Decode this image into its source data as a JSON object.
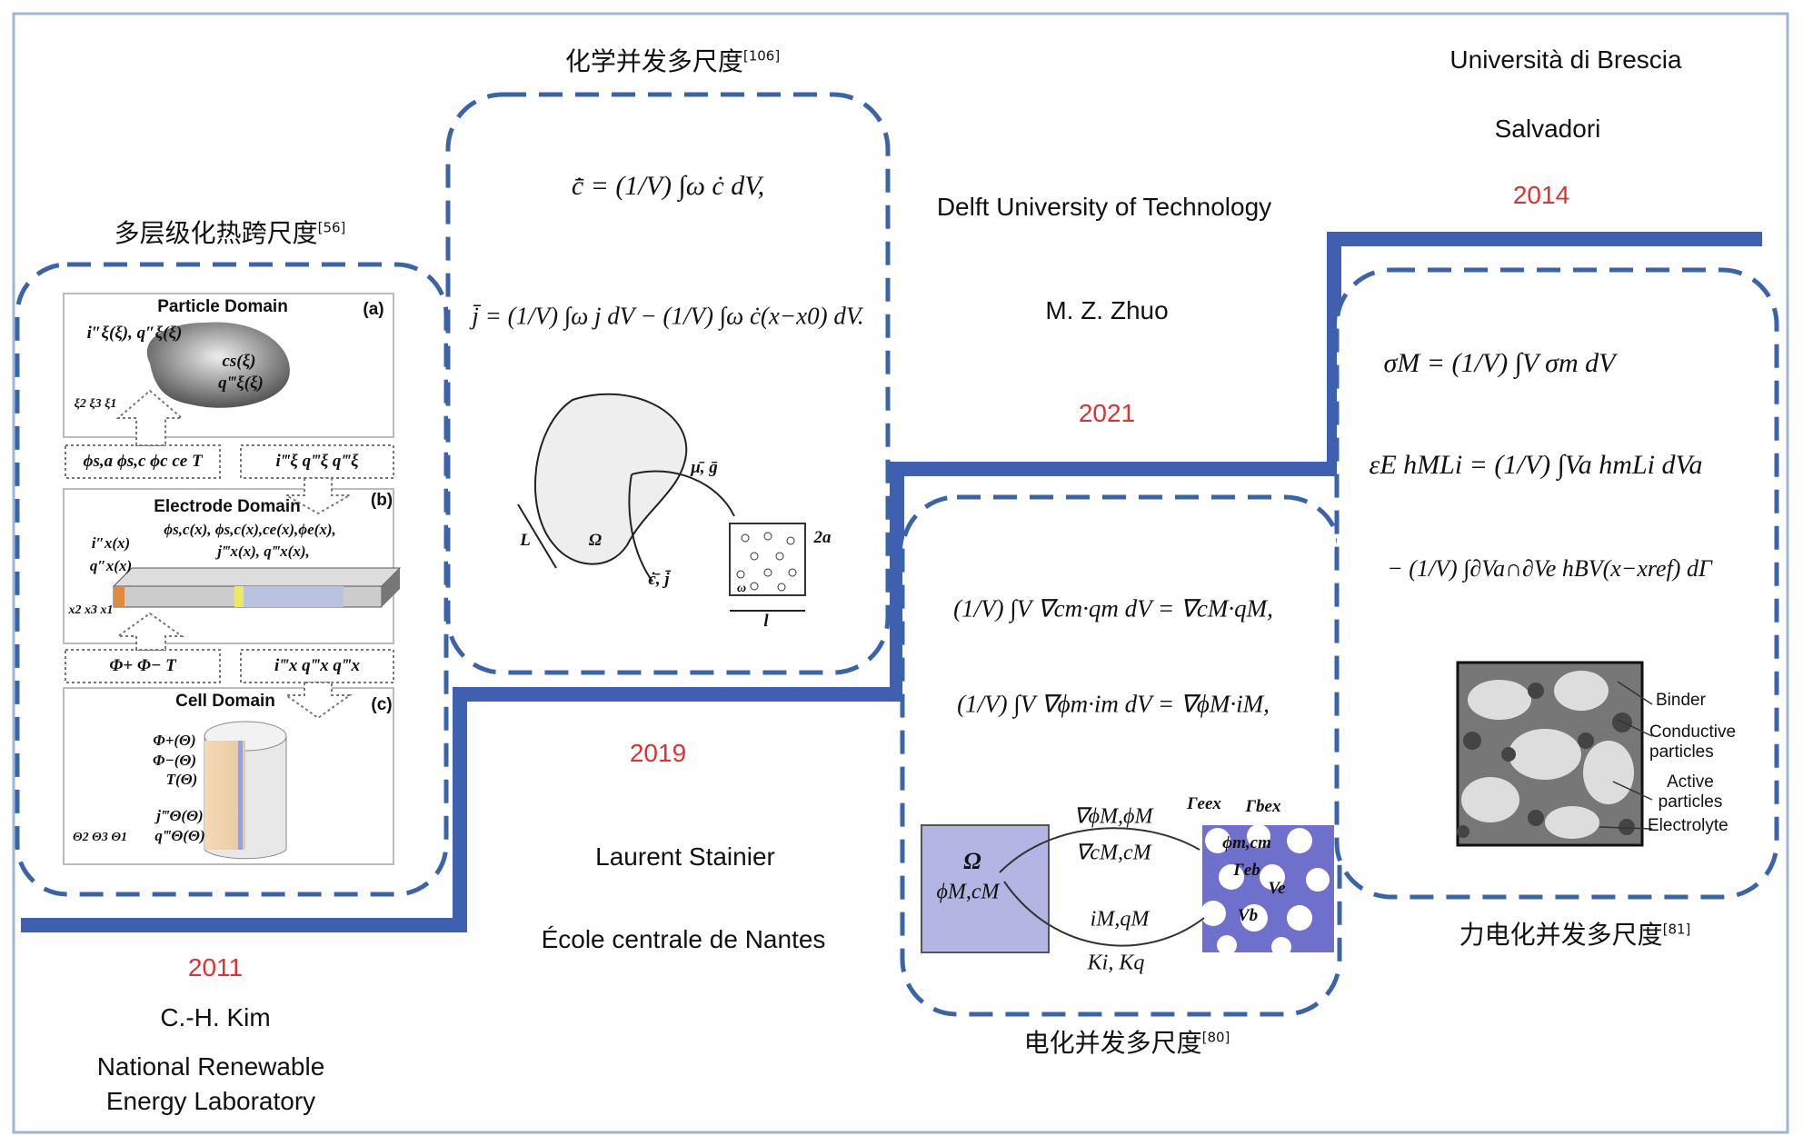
{
  "labels": {
    "left_title": "多层级化热跨尺度",
    "left_ref": "[56]",
    "mid_title": "化学并发多尺度",
    "mid_ref": "[106]",
    "elec_title": "电化并发多尺度",
    "elec_ref": "[80]",
    "mech_title": "力电化并发多尺度",
    "mech_ref": "[81]"
  },
  "timeline": [
    {
      "year": "2011",
      "person": "C.-H. Kim",
      "inst1": "National Renewable",
      "inst2": "Energy Laboratory"
    },
    {
      "year": "2019",
      "person": "Laurent Stainier",
      "inst1": "École centrale de Nantes"
    },
    {
      "year": "2021",
      "person": "M. Z. Zhuo",
      "inst1": "Delft University of Technology"
    },
    {
      "year": "2014",
      "person": "Salvadori",
      "inst1": "Università di Brescia"
    }
  ],
  "left_panel": {
    "particle": "Particle Domain",
    "a": "(a)",
    "electrode": "Electrode Domain",
    "b": "(b)",
    "cell": "Cell Domain",
    "c": "(c)",
    "p_flux": "i″ξ(ξ), q″ξ(ξ)",
    "p_vars1": "cs(ξ)",
    "p_vars2": "q‴ξ(ξ)",
    "p_axes": "ξ2 ξ3 ξ1",
    "row1_left": "ϕs,a   ϕs,c   ϕc   ce   T",
    "row1_right": "i‴ξ    q‴ξ    q‴ξ",
    "e_vars1": "ϕs,c(x), ϕs,c(x),ce(x),ϕe(x),",
    "e_vars2": "j‴x(x), q‴x(x),",
    "e_flux1": "i″x(x)",
    "e_flux2": "q″x(x)",
    "e_axes": "x2 x3 x1",
    "row2_left": "Φ+     Φ−     T",
    "row2_right": "i‴x    q‴x    q‴x",
    "c_vars1": "Φ+(Θ)",
    "c_vars2": "Φ−(Θ)",
    "c_vars3": "T(Θ)",
    "c_vars4": "j‴Θ(Θ)",
    "c_vars5": "q‴Θ(Θ)",
    "c_axes": "Θ2 Θ3 Θ1"
  },
  "mid_panel": {
    "eq1": "c̄̇ = (1/V) ∫ω ċ dV,",
    "eq2": "j̄ = (1/V) ∫ω j dV − (1/V) ∫ω ċ(x−x0) dV.",
    "mu_g": "μ̄, ḡ",
    "cj": "ċ̄, j̄",
    "L": "L",
    "Omega": "Ω",
    "omega": "ω",
    "l": "l",
    "twoa": "2a"
  },
  "elec_panel": {
    "eq1": "(1/V) ∫V ∇cm·qm dV = ∇cM·qM,",
    "eq2": "(1/V) ∫V ∇ϕm·im dV = ∇ϕM·iM,",
    "grad1": "∇ϕM,ϕM",
    "grad2": "∇cM,cM",
    "flux": "iM,qM",
    "K": "Ki, Kq",
    "Omega": "Ω",
    "macro": "ϕM,cM",
    "micro": "ϕm,cm",
    "geex": "Γeex",
    "gbex": "Γbex",
    "geb": "Γeb",
    "Ve": "Ve",
    "Vb": "Vb"
  },
  "mech_panel": {
    "eq1": "σM = (1/V) ∫V σm dV",
    "eq2": "εE hMLi = (1/V) ∫Va hmLi dVa",
    "eq3": "− (1/V) ∫∂Va∩∂Ve hBV(x−xref) dΓ",
    "binder": "Binder",
    "conductive": "Conductive particles",
    "active": "Active particles",
    "electrolyte": "Electrolyte"
  },
  "colors": {
    "line": "#3f5fb0",
    "dash": "#3b64a8",
    "year": "#e0302f",
    "border": "#9fb4d8"
  }
}
